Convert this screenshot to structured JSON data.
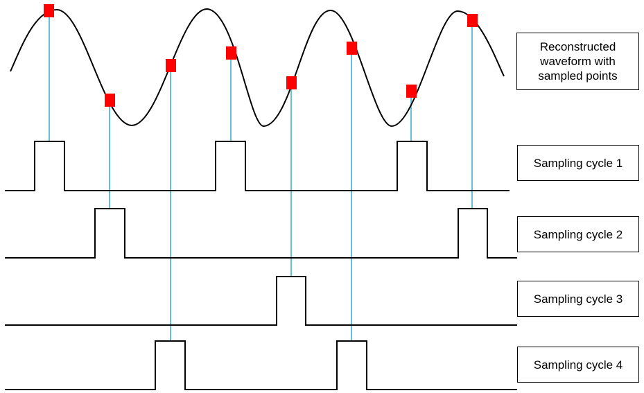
{
  "labels": {
    "waveform": "Reconstructed\nwaveform with\nsampled points",
    "cycle_1": "Sampling cycle 1",
    "cycle_2": "Sampling cycle 2",
    "cycle_3": "Sampling cycle 3",
    "cycle_4": "Sampling cycle 4"
  },
  "colors": {
    "waveform": "#000000",
    "pulse": "#000000",
    "sample_marker": "#ff0000",
    "connector": "#3bb3d3"
  }
}
